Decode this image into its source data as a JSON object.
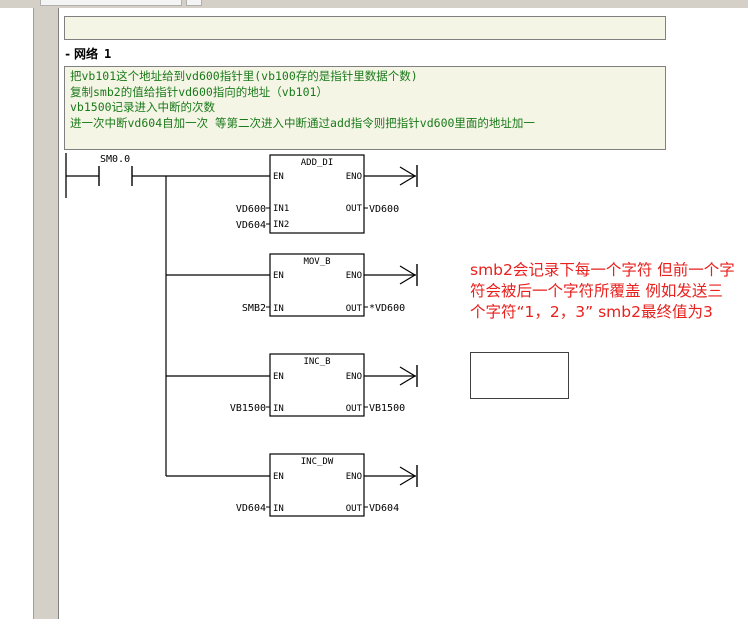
{
  "network": {
    "title": "网络",
    "number": "1",
    "toggle": "-",
    "comment_lines": [
      "把vb101这个地址给到vd600指针里(vb100存的是指针里数据个数)",
      "复制smb2的值给指针vd600指向的地址（vb101）",
      "vb1500记录进入中断的次数",
      "进一次中断vd604自加一次 等第二次进入中断通过add指令则把指针vd600里面的地址加一"
    ]
  },
  "contact": {
    "label": "SM0.0"
  },
  "blocks": [
    {
      "title": "ADD_DI",
      "en": "EN",
      "eno": "ENO",
      "inputs": [
        {
          "pin": "IN1",
          "operand": "VD600"
        },
        {
          "pin": "IN2",
          "operand": "VD604"
        }
      ],
      "out_pin": "OUT",
      "out_operand": "VD600"
    },
    {
      "title": "MOV_B",
      "en": "EN",
      "eno": "ENO",
      "inputs": [
        {
          "pin": "IN",
          "operand": "SMB2"
        }
      ],
      "out_pin": "OUT",
      "out_operand": "*VD600"
    },
    {
      "title": "INC_B",
      "en": "EN",
      "eno": "ENO",
      "inputs": [
        {
          "pin": "IN",
          "operand": "VB1500"
        }
      ],
      "out_pin": "OUT",
      "out_operand": "VB1500"
    },
    {
      "title": "INC_DW",
      "en": "EN",
      "eno": "ENO",
      "inputs": [
        {
          "pin": "IN",
          "operand": "VD604"
        }
      ],
      "out_pin": "OUT",
      "out_operand": "VD604"
    }
  ],
  "annotation": {
    "text": "smb2会记录下每一个字符 但前一个字符会被后一个字符所覆盖 例如发送三个字符“1，2，3” smb2最终值为3",
    "color": "#e8201e"
  },
  "colors": {
    "comment_text": "#1a7a1a",
    "comment_bg": "#f5f5e6",
    "gutter": "#d4d0c8"
  }
}
